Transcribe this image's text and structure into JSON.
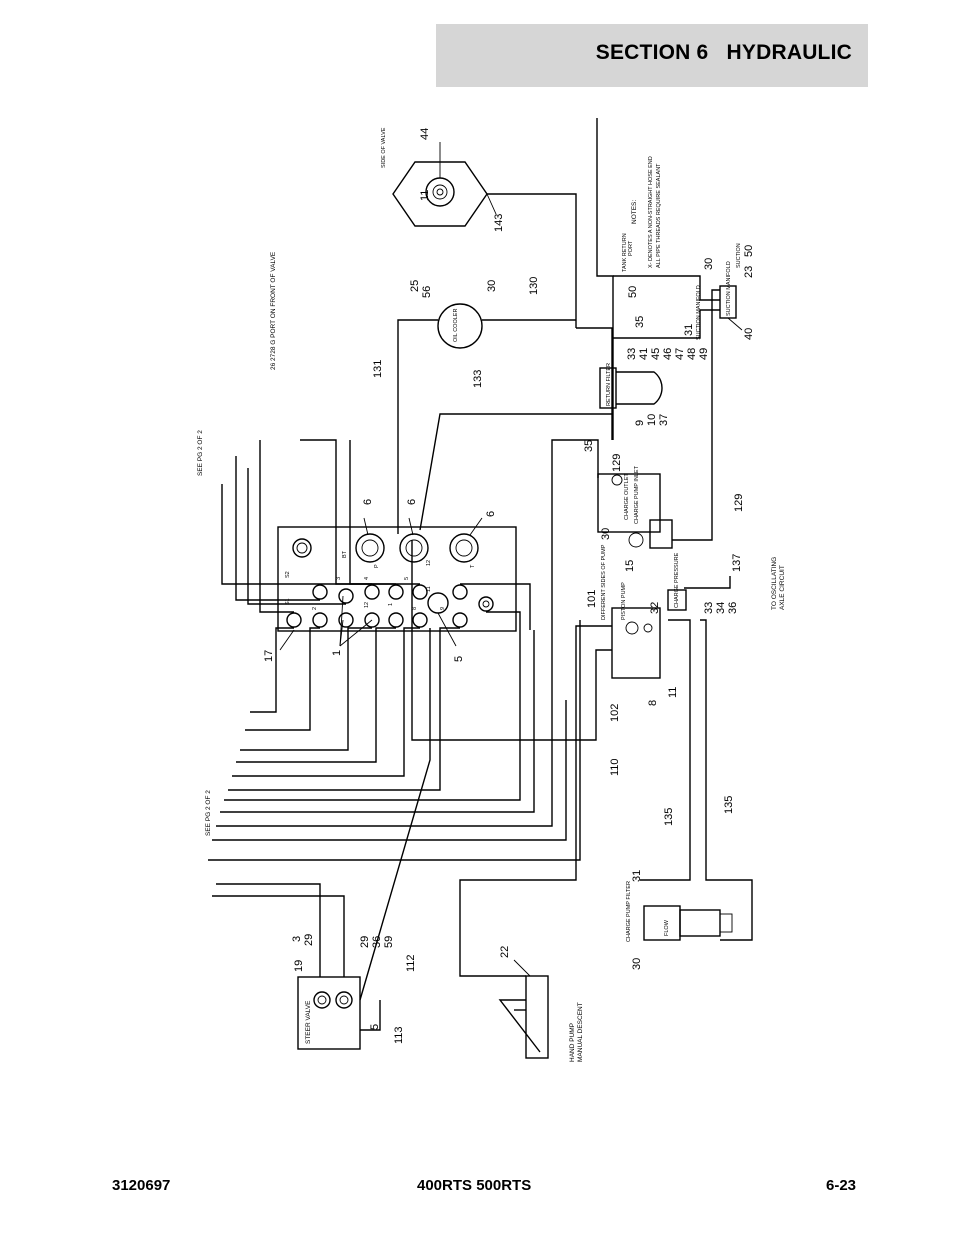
{
  "header": {
    "section_title": "SECTION 6   HYDRAULIC"
  },
  "footer": {
    "doc_number": "3120697",
    "model": "400RTS 500RTS",
    "page": "6-23"
  },
  "labels": {
    "side_of_valve": "SIDE OF VALVE",
    "g_port_note": "26 2728 G PORT ON FRONT OF VALVE",
    "notes_title": "NOTES:",
    "note_1": "X- DENOTES A NON-STRAIGHT HOSE END",
    "note_2": "ALL PIPE THREADS REQUIRE SEALANT",
    "tank_return": "TANK RETURN",
    "port": "PORT",
    "suction": "SUCTION",
    "suction_manifold": "SUCTION MANIFOLD",
    "see_pg_top": "SEE PG 2 OF 2",
    "see_pg_bottom": "SEE PG 2 OF 2",
    "to_oscillating": "TO OSCILLATING",
    "axle_circuit": "AXLE CIRCUIT",
    "different_sides": "DIFFERENT SIDES OF PUMP",
    "steer_valve": "STEER VALVE",
    "hand_pump": "HAND PUMP",
    "manual_descent": "MANUAL DESCENT",
    "charge_pump_filter": "CHARGE PUMP FILTER",
    "flow": "FLOW",
    "return_filter": "RETURN FILTER",
    "charge_pressure": "CHARGE PRESSURE",
    "charge_outlet": "CHARGE OUTLET",
    "charge_pump_inlet": "CHARGE PUMP INLET",
    "piston_pump": "PISTON PUMP",
    "cooler": "OIL COOLER"
  },
  "callouts": {
    "c44": "44",
    "c143": "143",
    "c11": "11",
    "c25": "25",
    "c56": "56",
    "c30a": "30",
    "c130": "130",
    "c131": "131",
    "c133": "133",
    "c50a": "50",
    "c35a": "35",
    "c33": "33",
    "c41": "41",
    "c45": "45",
    "c46": "46",
    "c47": "47",
    "c48": "48",
    "c49": "49",
    "c9": "9",
    "c10": "10",
    "c37": "37",
    "c30b": "30",
    "c23": "23",
    "c50b": "50",
    "c31a": "31",
    "c40": "40",
    "c6a": "6",
    "c6b": "6",
    "c6c": "6",
    "c35b": "35",
    "c129a": "129",
    "c129b": "129",
    "c30c": "30",
    "c15": "15",
    "c137": "137",
    "c101": "101",
    "c32": "32",
    "c33b": "33",
    "c34": "34",
    "c36": "36",
    "c8": "8",
    "c11b": "11",
    "c102": "102",
    "c110": "110",
    "c135a": "135",
    "c135b": "135",
    "c31b": "31",
    "c30d": "30",
    "c17": "17",
    "c1": "1",
    "c5a": "5",
    "c5b": "5",
    "c19": "19",
    "c3": "3",
    "c29a": "29",
    "c29b": "29",
    "c36b": "36",
    "c59": "59",
    "c112": "112",
    "c113": "113",
    "c22": "22"
  },
  "ports": {
    "s1": "S1",
    "s2": "S2",
    "p2": "2",
    "p3": "3",
    "p4": "4",
    "p5": "5",
    "p8": "8",
    "p9": "9",
    "p11": "11",
    "p12": "12",
    "p12b": "12",
    "pl1": "1",
    "pl2": "2",
    "bt": "BT",
    "p": "P",
    "t": "T"
  }
}
